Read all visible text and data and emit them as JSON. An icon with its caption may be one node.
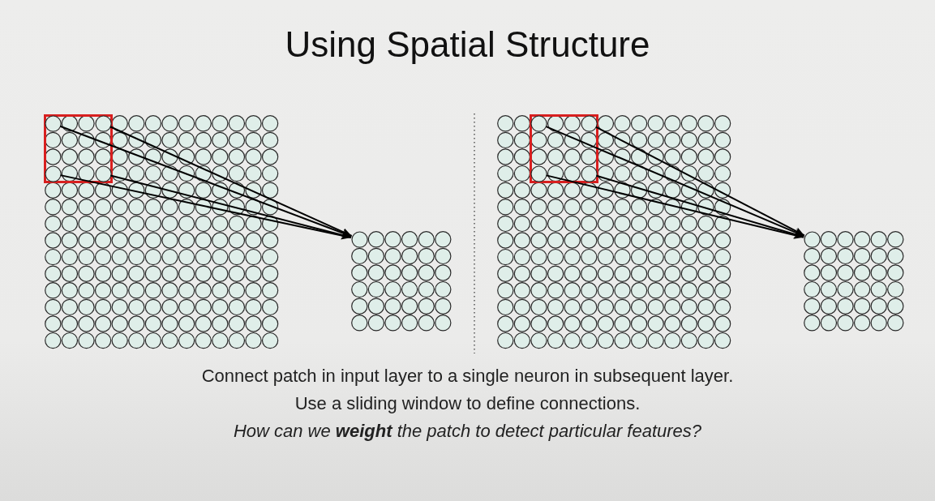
{
  "diagram": {
    "title": "Using Spatial Structure",
    "nodes": [
      {
        "text": [],
        "shape": "box"
      },
      {
        "text": [],
        "shape": "circle",
        "in": 0
      },
      {
        "text": [],
        "shape": "circle",
        "in": 0
      },
      {
        "text": [],
        "shape": "circle",
        "in": 0
      },
      {
        "text": [],
        "shape": "circle",
        "in": 0
      },
      {
        "text": [],
        "shape": "circle"
      },
      {
        "text": [],
        "shape": "box"
      },
      {
        "text": [],
        "shape": "circle",
        "in": 6
      },
      {
        "text": [],
        "shape": "circle",
        "in": 6
      },
      {
        "text": [],
        "shape": "circle",
        "in": 6
      },
      {
        "text": [],
        "shape": "circle",
        "in": 6
      },
      {
        "text": [],
        "shape": "circle"
      }
    ],
    "edges": [
      {
        "from": 1,
        "to": 5,
        "arrow": "to"
      },
      {
        "from": 2,
        "to": 5,
        "arrow": "to"
      },
      {
        "from": 3,
        "to": 5,
        "arrow": "to"
      },
      {
        "from": 4,
        "to": 5,
        "arrow": "to"
      },
      {
        "from": 7,
        "to": 11,
        "arrow": "to"
      },
      {
        "from": 8,
        "to": 11,
        "arrow": "to"
      },
      {
        "from": 9,
        "to": 11,
        "arrow": "to"
      },
      {
        "from": 10,
        "to": 11,
        "arrow": "to"
      }
    ],
    "labels": [
      "Connect patch in input layer to a single neuron in subsequent layer.",
      "Use a sliding window to define connections.",
      "How can we **weight** the patch to detect particular features?"
    ]
  }
}
